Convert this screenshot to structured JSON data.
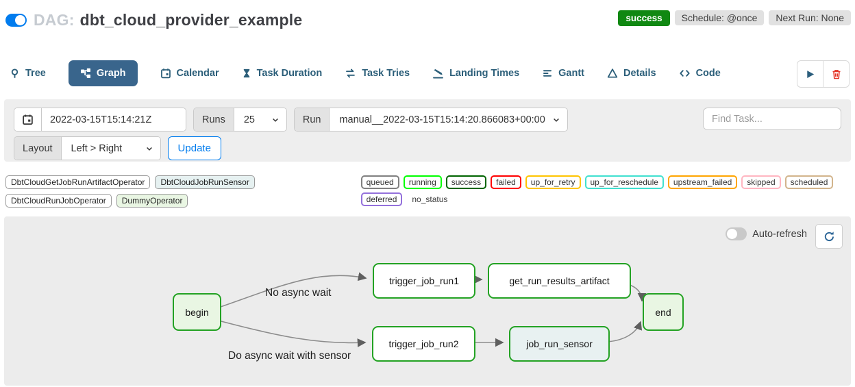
{
  "header": {
    "dag_prefix": "DAG:",
    "dag_name": "dbt_cloud_provider_example",
    "status_badge": "success",
    "schedule_badge": "Schedule: @once",
    "next_run_badge": "Next Run: None"
  },
  "tabs": [
    {
      "label": "Tree",
      "icon": "tree-icon",
      "active": false
    },
    {
      "label": "Graph",
      "icon": "graph-icon",
      "active": true
    },
    {
      "label": "Calendar",
      "icon": "calendar-icon",
      "active": false
    },
    {
      "label": "Task Duration",
      "icon": "hourglass-icon",
      "active": false
    },
    {
      "label": "Task Tries",
      "icon": "repeat-icon",
      "active": false
    },
    {
      "label": "Landing Times",
      "icon": "landing-icon",
      "active": false
    },
    {
      "label": "Gantt",
      "icon": "gantt-icon",
      "active": false
    },
    {
      "label": "Details",
      "icon": "details-icon",
      "active": false
    },
    {
      "label": "Code",
      "icon": "code-icon",
      "active": false
    }
  ],
  "filters": {
    "date_value": "2022-03-15T15:14:21Z",
    "runs_label": "Runs",
    "runs_value": "25",
    "run_label": "Run",
    "run_value": "manual__2022-03-15T15:14:20.866083+00:00",
    "find_task_placeholder": "Find Task...",
    "layout_label": "Layout",
    "layout_value": "Left > Right",
    "update_label": "Update"
  },
  "legend": {
    "operators": [
      {
        "label": "DbtCloudGetJobRunArtifactOperator",
        "fill": "#ffffff"
      },
      {
        "label": "DbtCloudJobRunSensor",
        "fill": "#e6f1f1"
      },
      {
        "label": "DbtCloudRunJobOperator",
        "fill": "#ffffff"
      },
      {
        "label": "DummyOperator",
        "fill": "#e9f6e3"
      }
    ],
    "statuses": [
      {
        "label": "queued",
        "color": "#808080"
      },
      {
        "label": "running",
        "color": "#00ff00"
      },
      {
        "label": "success",
        "color": "#006400"
      },
      {
        "label": "failed",
        "color": "#ff0000"
      },
      {
        "label": "up_for_retry",
        "color": "#ffc400"
      },
      {
        "label": "up_for_reschedule",
        "color": "#40e0d0"
      },
      {
        "label": "upstream_failed",
        "color": "#ffa500"
      },
      {
        "label": "skipped",
        "color": "#ffb6c1"
      },
      {
        "label": "scheduled",
        "color": "#d2b48c"
      },
      {
        "label": "deferred",
        "color": "#9370db"
      }
    ],
    "no_status_label": "no_status"
  },
  "graph": {
    "auto_refresh_label": "Auto-refresh",
    "nodes": [
      {
        "id": "begin",
        "label": "begin",
        "fill": "#e9f6e3"
      },
      {
        "id": "trigger_job_run1",
        "label": "trigger_job_run1",
        "fill": "#ffffff"
      },
      {
        "id": "get_run_results_artifact",
        "label": "get_run_results_artifact",
        "fill": "#ffffff"
      },
      {
        "id": "trigger_job_run2",
        "label": "trigger_job_run2",
        "fill": "#ffffff"
      },
      {
        "id": "job_run_sensor",
        "label": "job_run_sensor",
        "fill": "#e8f1f1"
      },
      {
        "id": "end",
        "label": "end",
        "fill": "#e9f6e3"
      }
    ],
    "edge_labels": [
      {
        "text": "No async wait"
      },
      {
        "text": "Do async wait with sensor"
      }
    ]
  },
  "colors": {
    "accent": "#017cee",
    "tab_active_bg": "#39658c",
    "success_badge_bg": "#108812",
    "node_border": "#23a223"
  }
}
